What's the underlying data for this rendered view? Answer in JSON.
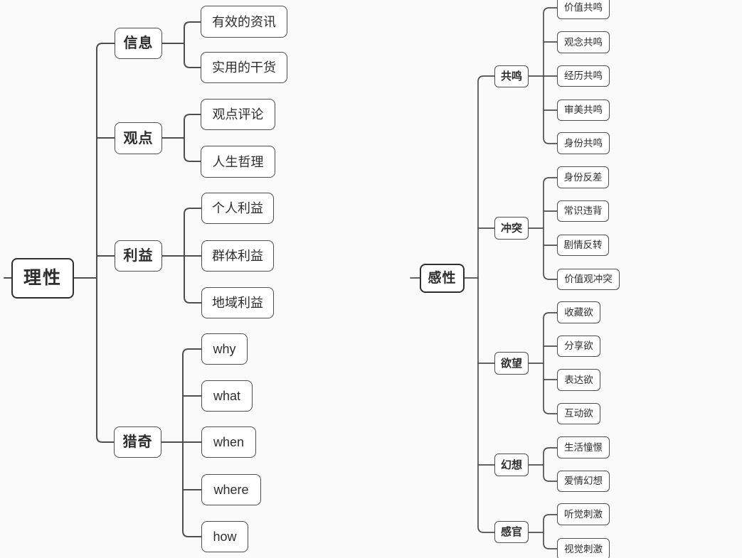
{
  "diagram": {
    "type": "mindmap",
    "trees": [
      {
        "root": "理性",
        "branches": [
          {
            "label": "信息",
            "children": [
              "有效的资讯",
              "实用的干货"
            ]
          },
          {
            "label": "观点",
            "children": [
              "观点评论",
              "人生哲理"
            ]
          },
          {
            "label": "利益",
            "children": [
              "个人利益",
              "群体利益",
              "地域利益"
            ]
          },
          {
            "label": "猎奇",
            "children": [
              "why",
              "what",
              "when",
              "where",
              "how"
            ]
          }
        ]
      },
      {
        "root": "感性",
        "branches": [
          {
            "label": "共鸣",
            "children": [
              "价值共鸣",
              "观念共鸣",
              "经历共鸣",
              "审美共鸣",
              "身份共鸣"
            ]
          },
          {
            "label": "冲突",
            "children": [
              "身份反差",
              "常识违背",
              "剧情反转",
              "价值观冲突"
            ]
          },
          {
            "label": "欲望",
            "children": [
              "收藏欲",
              "分享欲",
              "表达欲",
              "互动欲"
            ]
          },
          {
            "label": "幻想",
            "children": [
              "生活憧憬",
              "爱情幻想"
            ]
          },
          {
            "label": "感官",
            "children": [
              "听觉刺激",
              "视觉刺激"
            ]
          }
        ]
      }
    ],
    "colors": {
      "background": "#fafafa",
      "node_fill": "#ffffff",
      "node_border": "#4e4e4e",
      "root_border": "#2f2f2f",
      "line": "#4e4e4e",
      "text": "#2d2d2d"
    }
  }
}
